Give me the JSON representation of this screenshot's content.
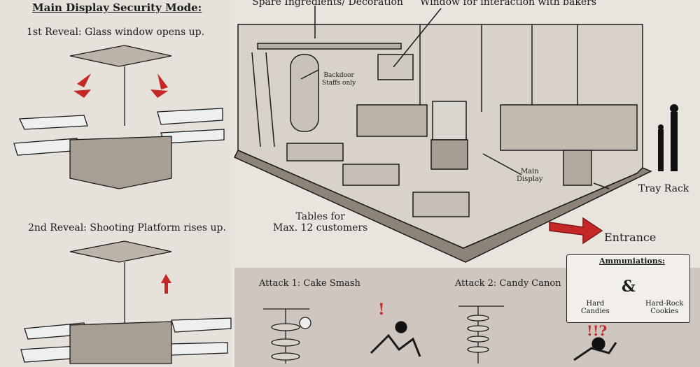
{
  "left": {
    "title": "Main Display Security Mode:",
    "reveal1": "1st Reveal: Glass window opens up.",
    "reveal2": "2nd Reveal: Shooting Platform rises up."
  },
  "room": {
    "spare": "Spare Ingredients/ Decoration",
    "window": "Window for interaction with bakers",
    "backdoor_line1": "Backdoor",
    "backdoor_line2": "Staffs only",
    "main_display_line1": "Main",
    "main_display_line2": "Display",
    "tray_rack": "Tray Rack",
    "tables_line1": "Tables for",
    "tables_line2": "Max. 12 customers",
    "entrance": "Entrance"
  },
  "attacks": {
    "attack1": "Attack 1: Cake Smash",
    "attack2": "Attack 2: Candy Canon"
  },
  "ammo": {
    "title": "Ammuniations:",
    "ampersand": "&",
    "candies_line1": "Hard",
    "candies_line2": "Candies",
    "cookies_line1": "Hard-Rock",
    "cookies_line2": "Cookies"
  },
  "colors": {
    "arrow_red": "#c62828",
    "ink": "#1b1b1b",
    "wood": "#8a7c6e"
  }
}
